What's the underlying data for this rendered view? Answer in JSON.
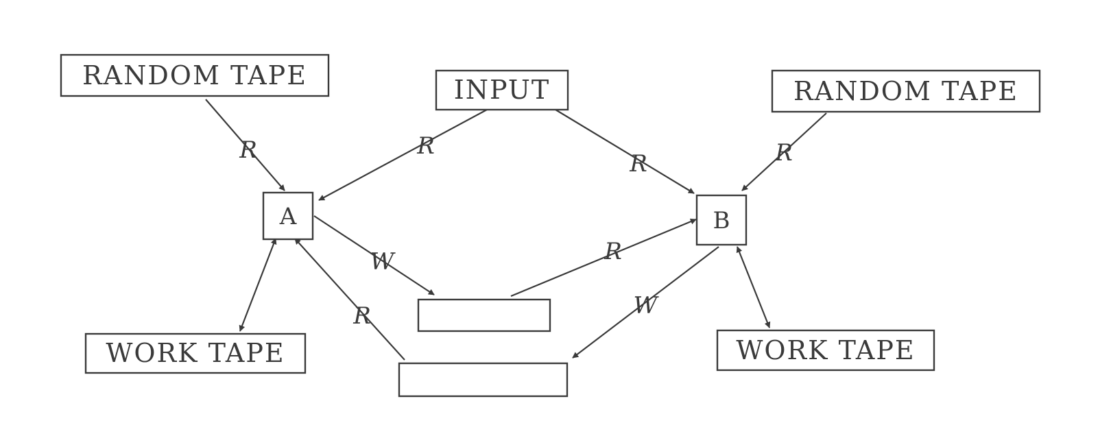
{
  "tapes": {
    "random_tape_a": "RANDOM TAPE",
    "input": "INPUT",
    "random_tape_b": "RANDOM TAPE",
    "work_tape_a": "WORK TAPE",
    "work_tape_b": "WORK TAPE"
  },
  "nodes": {
    "a": "A",
    "b": "B"
  },
  "edge_labels": {
    "random_a_to_a": "R",
    "input_to_a": "R",
    "input_to_b": "R",
    "random_b_to_b": "R",
    "a_to_comm1": "W",
    "comm1_to_b": "R",
    "b_to_comm2": "W",
    "comm2_to_a": "R"
  },
  "colors": {
    "ink": "#3a3a3a",
    "background": "#ffffff"
  }
}
